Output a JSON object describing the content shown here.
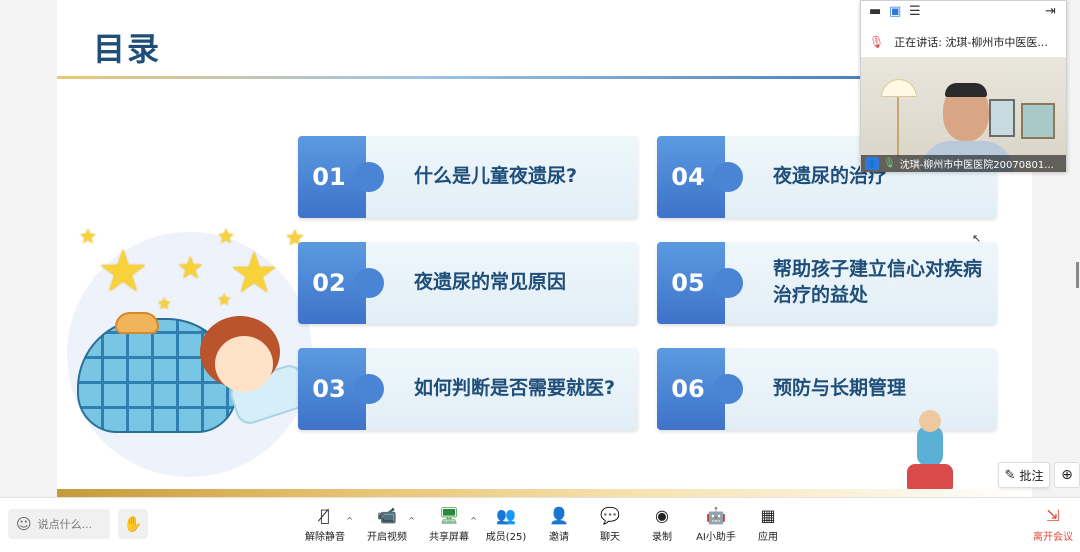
{
  "slide": {
    "title": "目录",
    "menu": [
      {
        "num": "01",
        "label": "什么是儿童夜遗尿?"
      },
      {
        "num": "02",
        "label": "夜遗尿的常见原因"
      },
      {
        "num": "03",
        "label": "如何判断是否需要就医?"
      },
      {
        "num": "04",
        "label": "夜遗尿的治疗"
      },
      {
        "num": "05",
        "label": "帮助孩子建立信心对疾病治疗的益处"
      },
      {
        "num": "06",
        "label": "预防与长期管理"
      }
    ]
  },
  "speaker_panel": {
    "speaking_text": "正在讲话:  沈琪-柳州市中医医...",
    "name_label": "沈琪-柳州市中医医院20070801...",
    "icons": [
      "minimize-icon",
      "layout-icon",
      "list-icon",
      "collapse-icon"
    ]
  },
  "annotation": {
    "annotate_label": "批注",
    "zoom_icon": "zoom-in-icon"
  },
  "bottom_bar": {
    "chat_placeholder": "说点什么...",
    "tools": [
      {
        "label": "解除静音",
        "icon": "mic-muted-icon",
        "has_caret": true
      },
      {
        "label": "开启视频",
        "icon": "camera-off-icon",
        "has_caret": true
      },
      {
        "label": "共享屏幕",
        "icon": "share-screen-icon",
        "has_caret": true
      },
      {
        "label": "成员(25)",
        "icon": "members-icon",
        "has_caret": false
      },
      {
        "label": "邀请",
        "icon": "invite-icon",
        "has_caret": false
      },
      {
        "label": "聊天",
        "icon": "chat-icon",
        "has_caret": false
      },
      {
        "label": "录制",
        "icon": "record-icon",
        "has_caret": false
      },
      {
        "label": "AI小助手",
        "icon": "ai-assistant-icon",
        "has_caret": false
      },
      {
        "label": "应用",
        "icon": "apps-icon",
        "has_caret": false
      }
    ],
    "leave_label": "离开会议"
  },
  "colors": {
    "title": "#1f4e79",
    "num_block": "#4a84d4",
    "leave": "#e04b3c"
  }
}
